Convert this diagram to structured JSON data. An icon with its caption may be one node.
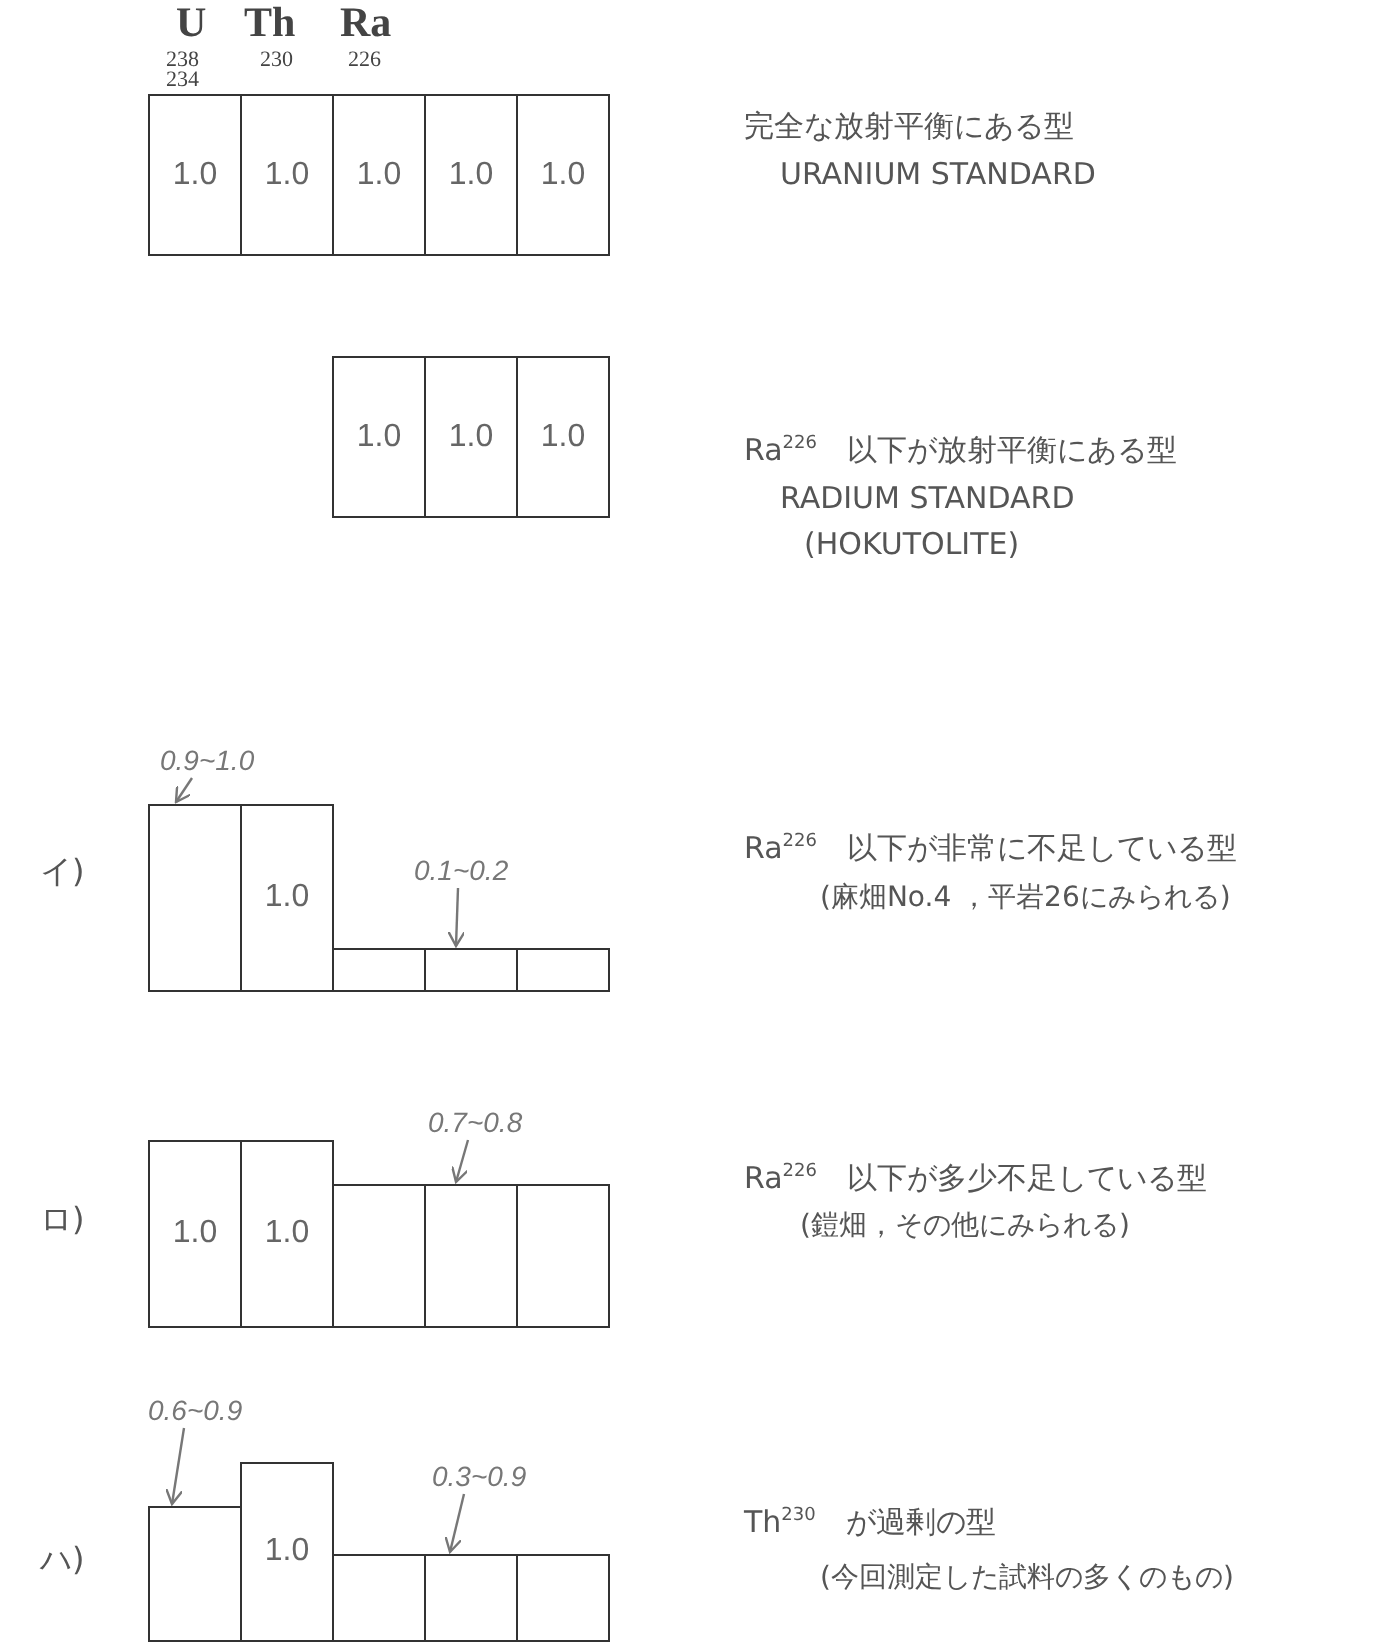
{
  "diagram": {
    "nodes": [
      {
        "text": [
          "1.0"
        ]
      },
      {
        "text": [
          "1.0"
        ]
      },
      {
        "text": [
          "1.0"
        ]
      },
      {
        "text": [
          "1.0"
        ]
      },
      {
        "text": [
          "1.0"
        ]
      },
      {
        "text": [
          "1.0"
        ]
      },
      {
        "text": [
          "1.0"
        ]
      },
      {
        "text": [
          "1.0"
        ]
      },
      {
        "text": [
          "0.9~1.0"
        ]
      },
      {
        "text": [],
        "shape": "box"
      },
      {
        "text": [
          "1.0"
        ]
      },
      {
        "text": [
          "0.1~0.2"
        ]
      },
      {
        "text": [],
        "shape": "box"
      },
      {
        "text": [],
        "shape": "box"
      },
      {
        "text": [],
        "shape": "box"
      },
      {
        "text": [
          "0.7~0.8"
        ]
      },
      {
        "text": [
          "1.0"
        ]
      },
      {
        "text": [
          "1.0"
        ]
      },
      {
        "text": [],
        "shape": "box"
      },
      {
        "text": [],
        "shape": "box"
      },
      {
        "text": [],
        "shape": "box"
      },
      {
        "text": [
          "0.6~0.9"
        ]
      },
      {
        "text": [
          "0.3~0.9"
        ]
      },
      {
        "text": [],
        "shape": "box"
      },
      {
        "text": [
          "1.0"
        ]
      },
      {
        "text": [],
        "shape": "box"
      },
      {
        "text": [],
        "shape": "box"
      },
      {
        "text": [],
        "shape": "box"
      }
    ],
    "edges": [
      {
        "from": 8,
        "to": 9,
        "arrow": "to"
      },
      {
        "from": 11,
        "to": 13,
        "arrow": "to"
      },
      {
        "from": 15,
        "to": 19,
        "arrow": "to"
      },
      {
        "from": 21,
        "to": 23,
        "arrow": "to"
      },
      {
        "from": 22,
        "to": 26,
        "arrow": "to"
      }
    ],
    "labels": [
      "U",
      "Th",
      "Ra",
      "238",
      "234",
      "230",
      "226",
      "完全な放射平衡にある型",
      "URANIUM STANDARD",
      "Ra$^{226}$　以下が放射平衡にある型",
      "RADIUM STANDARD",
      "(HOKUTOLITE)",
      "イ)",
      "Ra$^{226}$　以下が非常に不足している型",
      "(麻畑No.4 ，平岩26にみられる)",
      "ロ)",
      "Ra$^{226}$　以下が多少不足している型",
      "(鎧畑，その他にみられる)",
      "ハ)",
      "Th$^{230}$　が過剰の型",
      "(今回測定した試料の多くのもの)"
    ]
  }
}
